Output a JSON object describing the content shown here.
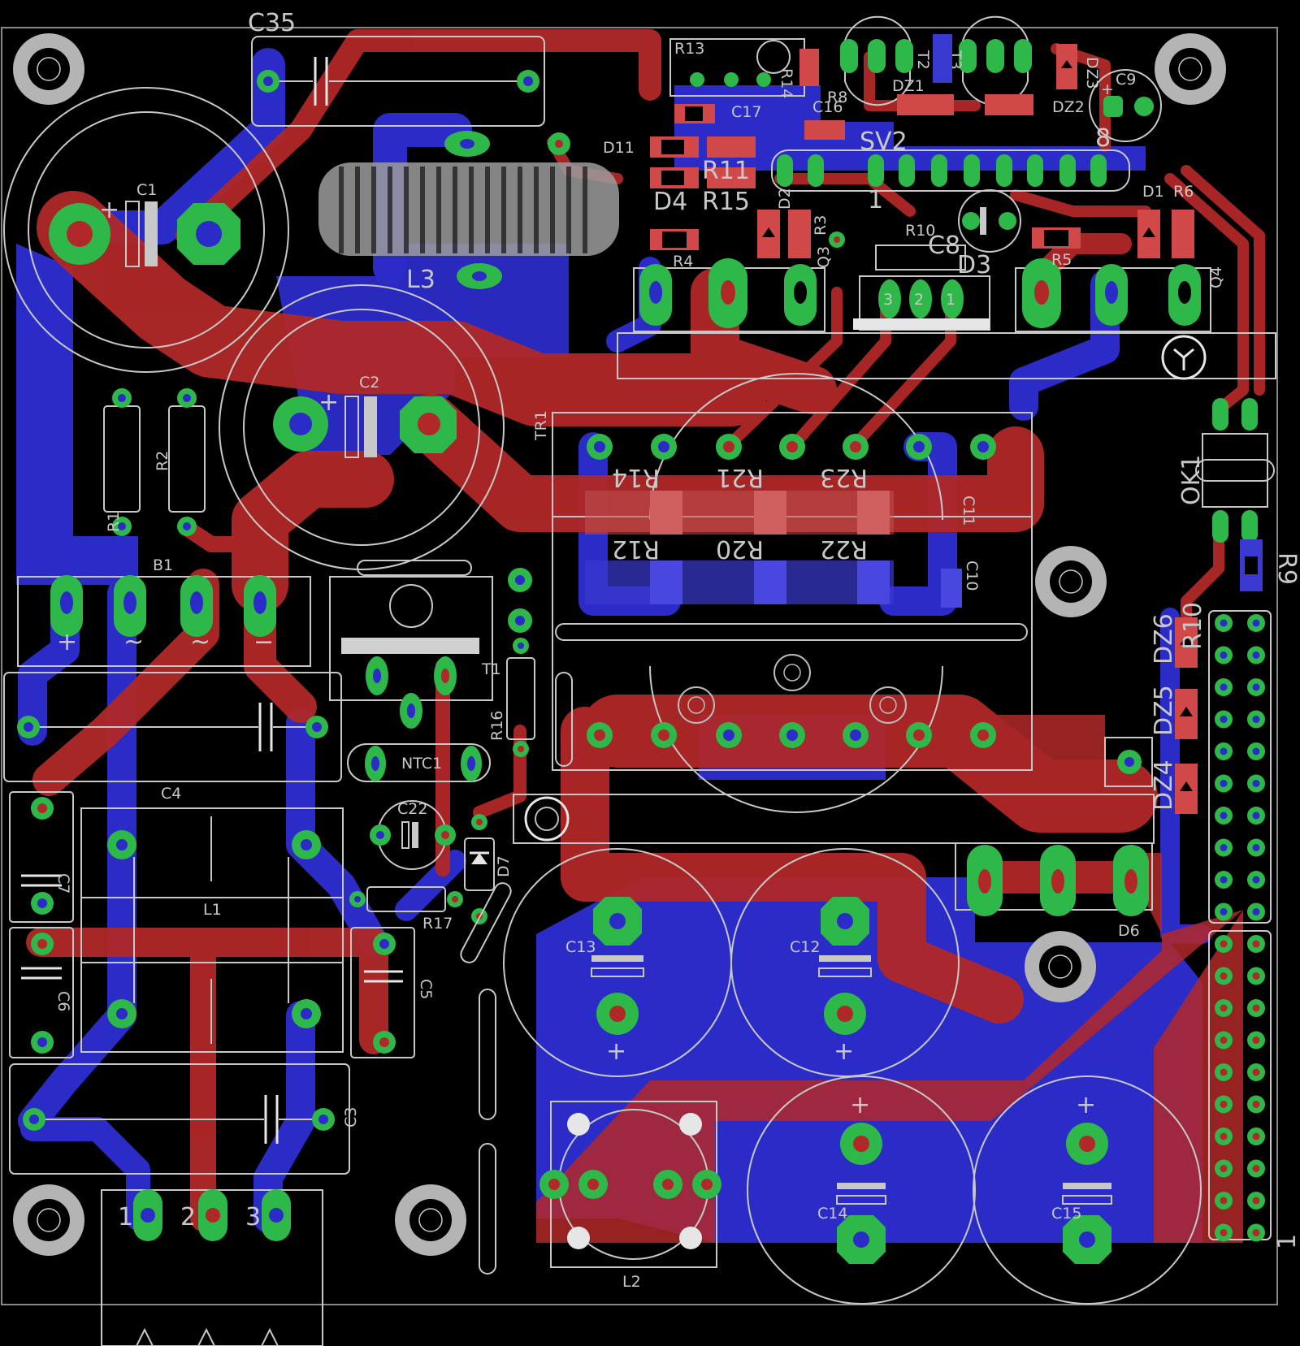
{
  "board": {
    "colors": {
      "background": "#000000",
      "top_copper": "#b02828",
      "bottom_copper": "#2b2bc8",
      "pad": "#2fb84a",
      "silkscreen": "#c8c8c8",
      "mounting_hole": "#b4b4b4"
    }
  },
  "labels": {
    "C35": "C35",
    "C1": "C1",
    "C2": "C2",
    "L3": "L3",
    "R13": "R13",
    "C17": "C17",
    "C16": "C16",
    "R8": "R8",
    "T2": "T2",
    "T3": "T3",
    "DZ1": "DZ1",
    "DZ2": "DZ2",
    "DZ3": "DZ3",
    "C9": "C9",
    "D11": "D11",
    "D4": "D4",
    "R11": "R11",
    "R15": "R15",
    "SV2": "SV2",
    "SV2_pin1": "1",
    "SV2_pin8": "8",
    "D2": "D2",
    "R3": "R3",
    "Q3": "Q3",
    "R10": "R10",
    "C8": "C8",
    "D3": "D3",
    "R4": "R4",
    "R5": "R5",
    "D1": "D1",
    "R6": "R6",
    "Q4": "Q4",
    "U_pin3": "3",
    "U_pin2": "2",
    "U_pin1": "1",
    "TR1": "TR1",
    "OK1": "OK1",
    "R14": "R14",
    "R21": "R21",
    "R23": "R23",
    "C11": "C11",
    "R12": "R12",
    "R20": "R20",
    "R22": "R22",
    "C10": "C10",
    "R9": "R9",
    "R1": "R1",
    "R2": "R2",
    "B1": "B1",
    "B1_plus": "+",
    "B1_ac1": "~",
    "B1_ac2": "~",
    "B1_minus": "−",
    "T1": "T1",
    "R16": "R16",
    "NTC1": "NTC1",
    "C4": "C4",
    "C22": "C22",
    "C7": "C7",
    "D7": "D7",
    "R17": "R17",
    "L1": "L1",
    "C6": "C6",
    "C5": "C5",
    "C3": "C3",
    "DZ6": "DZ6",
    "DZ5": "DZ5",
    "DZ4": "DZ4",
    "D6": "D6",
    "C13": "C13",
    "C12": "C12",
    "C14": "C14",
    "C15": "C15",
    "L2": "L2",
    "X_pin1": "1",
    "X_pin2": "2",
    "X_pin3": "3",
    "header_pin1": "1",
    "plus": "+"
  }
}
